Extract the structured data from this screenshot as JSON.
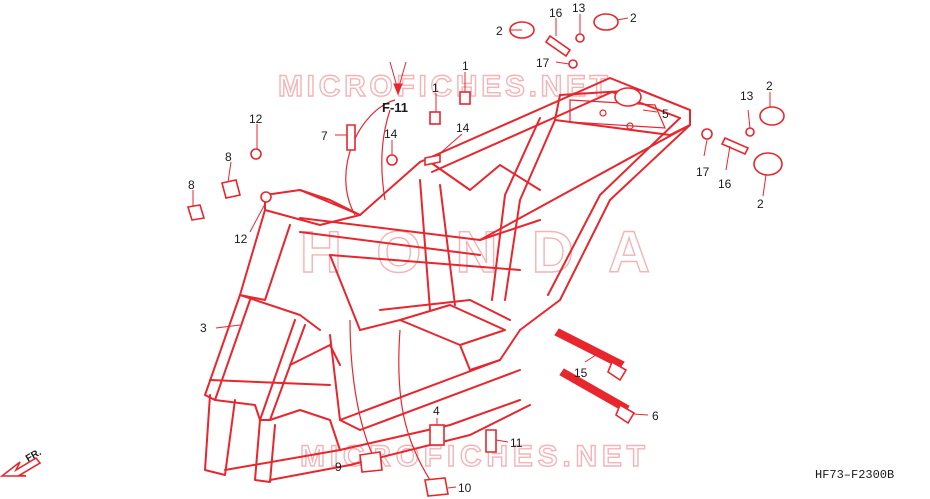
{
  "watermark": {
    "top": "MICROFICHES.NET",
    "brand": "HONDA",
    "bottom": "MICROFICHES.NET"
  },
  "reference": {
    "label": "F-11"
  },
  "direction": {
    "label": "FR."
  },
  "diagram_code": "HF73–F2300B",
  "callouts": {
    "c1a": "1",
    "c1b": "1",
    "c2a": "2",
    "c2b": "2",
    "c2c": "2",
    "c2d": "2",
    "c3": "3",
    "c4": "4",
    "c5": "5",
    "c6": "6",
    "c7": "7",
    "c8a": "8",
    "c8b": "8",
    "c9": "9",
    "c10": "10",
    "c11": "11",
    "c12a": "12",
    "c12b": "12",
    "c13a": "13",
    "c13b": "13",
    "c14a": "14",
    "c14b": "14",
    "c15": "15",
    "c16a": "16",
    "c16b": "16",
    "c17a": "17",
    "c17b": "17"
  },
  "colors": {
    "line": "#e8262e",
    "watermark": "#f4b4b7",
    "text": "#1a1a1a"
  }
}
